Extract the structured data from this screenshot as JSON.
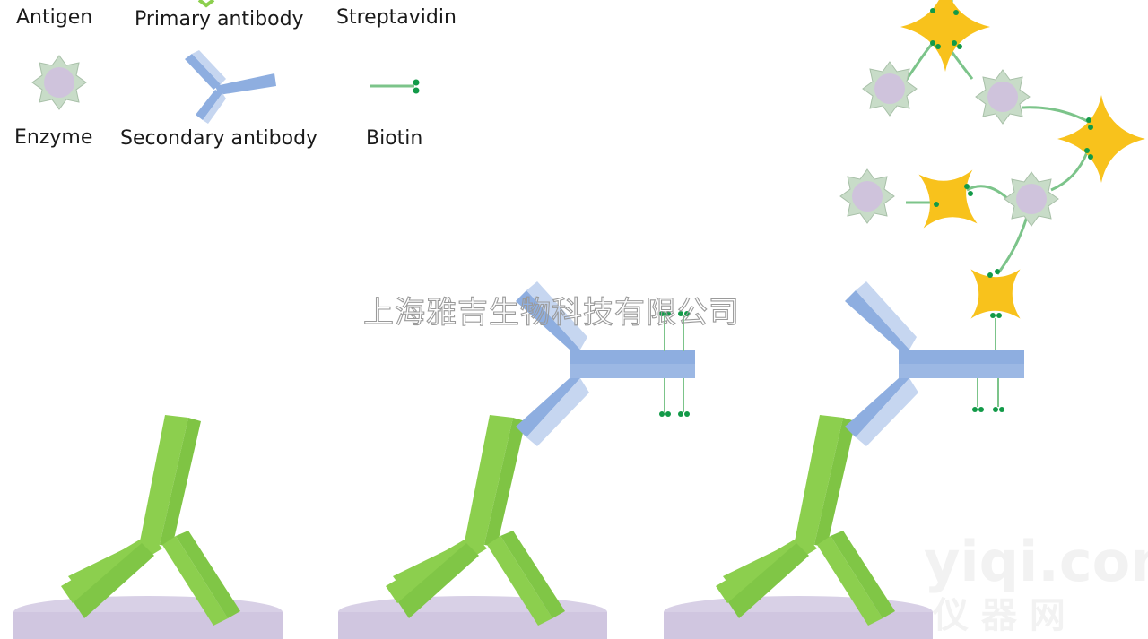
{
  "legend": {
    "antigen": "Antigen",
    "primary_antibody": "Primary antibody",
    "streptavidin": "Streptavidin",
    "enzyme": "Enzyme",
    "secondary_antibody": "Secondary antibody",
    "biotin": "Biotin"
  },
  "watermark": {
    "company": "上海雅吉生物科技有限公司",
    "site": "yiqi.com",
    "site_cn": "仪 器 网"
  },
  "colors": {
    "primary_antibody": "#8ccf4e",
    "secondary_antibody": "#8eaee0",
    "secondary_antibody_light": "#c6d6f0",
    "streptavidin": "#f8c21c",
    "enzyme_core": "#cfc3dc",
    "enzyme_shell": "#c8dcc8",
    "biotin_line": "#7cc48a",
    "biotin_dot": "#129a48",
    "plate": "#d8d0e6"
  }
}
